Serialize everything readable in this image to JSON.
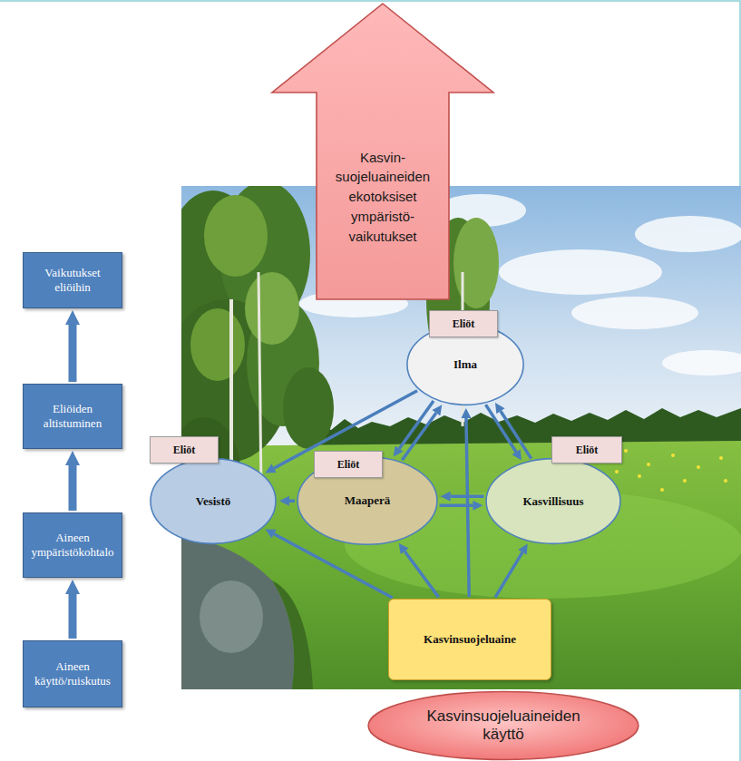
{
  "diagram": {
    "nodes": [
      {
        "text": [
          "Vaikutukset eliöihin"
        ]
      },
      {
        "text": [
          "Eliöiden altistuminen"
        ]
      },
      {
        "text": [
          "Aineen ympäristökohtalo"
        ]
      },
      {
        "text": [
          "Aineen käyttö/ruiskutus"
        ]
      },
      {
        "text": [
          "Kasvin- suojeluaineiden ekotoksiset ympäristö- vaikutukset"
        ]
      },
      {
        "text": [
          "Eliöt"
        ]
      },
      {
        "text": [
          "Ilma"
        ]
      },
      {
        "text": [
          "Eliöt"
        ]
      },
      {
        "text": [
          "Eliöt"
        ]
      },
      {
        "text": [
          "Eliöt"
        ]
      },
      {
        "text": [
          "Vesistö"
        ]
      },
      {
        "text": [
          "Maaperä"
        ]
      },
      {
        "text": [
          "Kasvillisuus"
        ]
      },
      {
        "text": [
          "Kasvinsuojeluaine"
        ]
      },
      {
        "text": [
          "Kasvinsuojeluaineiden käyttö"
        ]
      }
    ],
    "edges": [
      {
        "from": 3,
        "to": 2,
        "arrow": "to"
      },
      {
        "from": 2,
        "to": 1,
        "arrow": "to"
      },
      {
        "from": 1,
        "to": 0,
        "arrow": "to"
      },
      {
        "from": 13,
        "to": 10,
        "arrow": "to"
      },
      {
        "from": 13,
        "to": 11,
        "arrow": "to"
      },
      {
        "from": 13,
        "to": 6,
        "arrow": "to"
      },
      {
        "from": 13,
        "to": 12,
        "arrow": "to"
      },
      {
        "from": 6,
        "to": 10,
        "arrow": "to"
      },
      {
        "from": 11,
        "to": 6,
        "arrow": "to"
      },
      {
        "from": 6,
        "to": 11,
        "arrow": "to"
      },
      {
        "from": 6,
        "to": 12,
        "arrow": "to"
      },
      {
        "from": 12,
        "to": 6,
        "arrow": "to"
      },
      {
        "from": 11,
        "to": 10,
        "arrow": "to"
      },
      {
        "from": 11,
        "to": 12,
        "arrow": "to"
      },
      {
        "from": 12,
        "to": 11,
        "arrow": "to"
      }
    ]
  }
}
